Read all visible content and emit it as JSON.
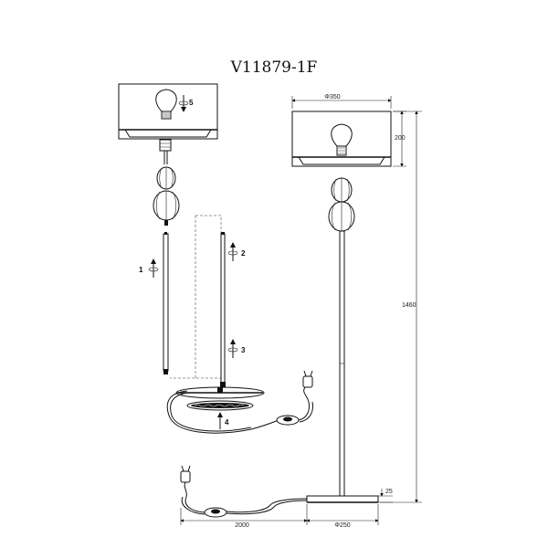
{
  "model_code": "V11879-1F",
  "dimensions": {
    "shade_diameter": "Φ350",
    "shade_height": "200",
    "total_height": "1460",
    "base_height": "25",
    "cord_length": "2000",
    "base_diameter": "Φ250"
  },
  "steps": [
    "1",
    "2",
    "3",
    "4",
    "5"
  ]
}
